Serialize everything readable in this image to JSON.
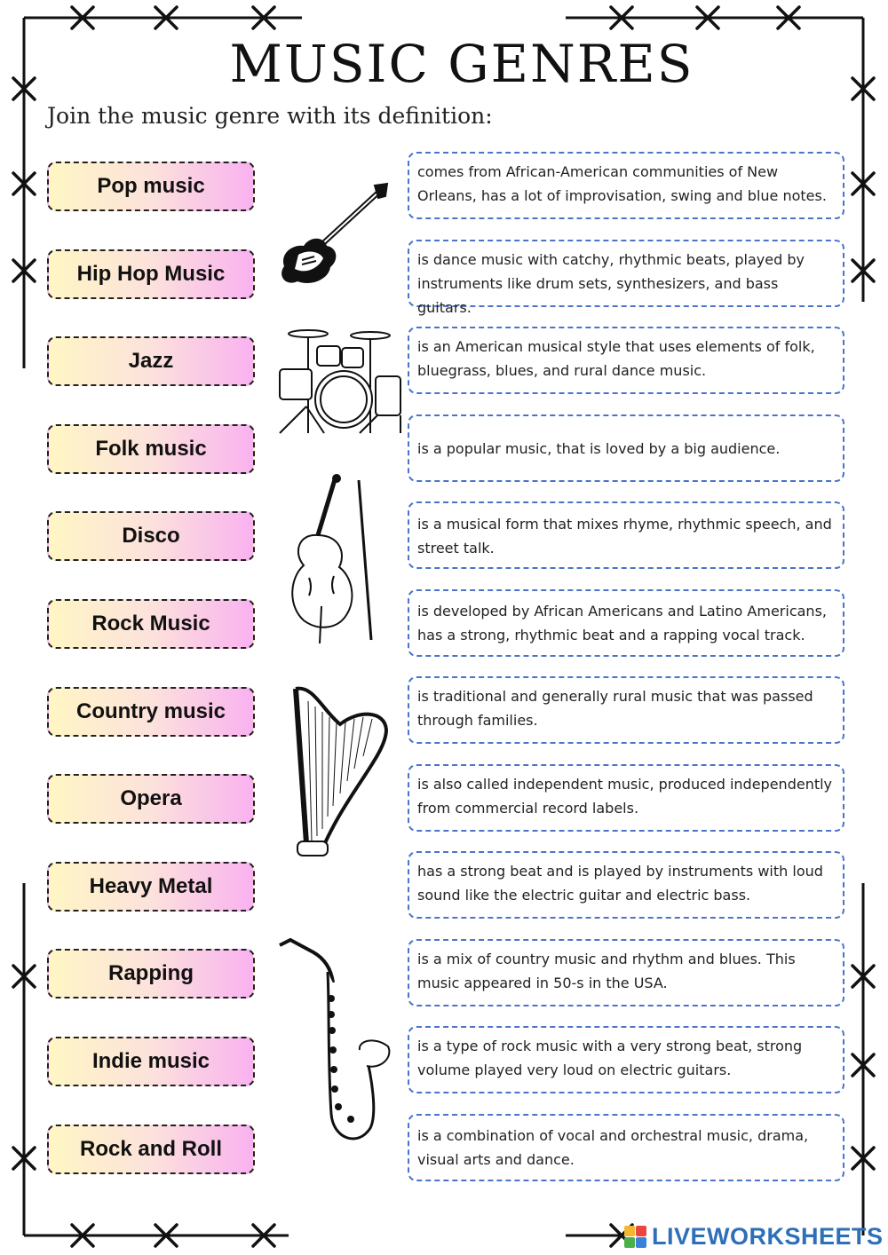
{
  "title": "MUSIC GENRES",
  "instruction": "Join the music genre with its definition:",
  "genres": [
    "Pop music",
    "Hip Hop Music",
    "Jazz",
    "Folk music",
    "Disco",
    "Rock Music",
    "Country music",
    "Opera",
    "Heavy Metal",
    "Rapping",
    "Indie music",
    "Rock and Roll"
  ],
  "definitions": [
    "comes from African-American communities of New Orleans, has a lot of improvisation, swing and blue notes.",
    "is dance music with catchy, rhythmic beats, played by instruments like drum sets, synthesizers, and bass guitars.",
    "is an American musical style that uses elements of folk, bluegrass, blues, and rural dance music.",
    "is a popular music, that is loved by a big audience.",
    "is a musical form that mixes rhyme, rhythmic speech, and street talk.",
    "is developed by African Americans and Latino Americans, has a strong, rhythmic beat and a rapping vocal track.",
    "is traditional and generally rural music that was passed through families.",
    "is also called independent music, produced independently from commercial record labels.",
    "has a strong beat and is played by instruments with loud sound like the electric guitar and electric bass.",
    "is a mix of country music and rhythm and blues. This music appeared in 50-s in the USA.",
    "is a type of rock music with a very strong beat, strong volume played very loud on electric guitars.",
    "is a combination of vocal and orchestral music, drama, visual arts and dance."
  ],
  "illustrations": [
    "electric-guitar-icon",
    "drum-kit-icon",
    "cello-icon",
    "harp-icon",
    "saxophone-icon"
  ],
  "colors": {
    "genre_gradient_start": "#fff6c4",
    "genre_gradient_end": "#f9b2f0",
    "definition_border": "#4a74c9",
    "frame": "#111111"
  },
  "watermark": "LIVEWORKSHEETS"
}
